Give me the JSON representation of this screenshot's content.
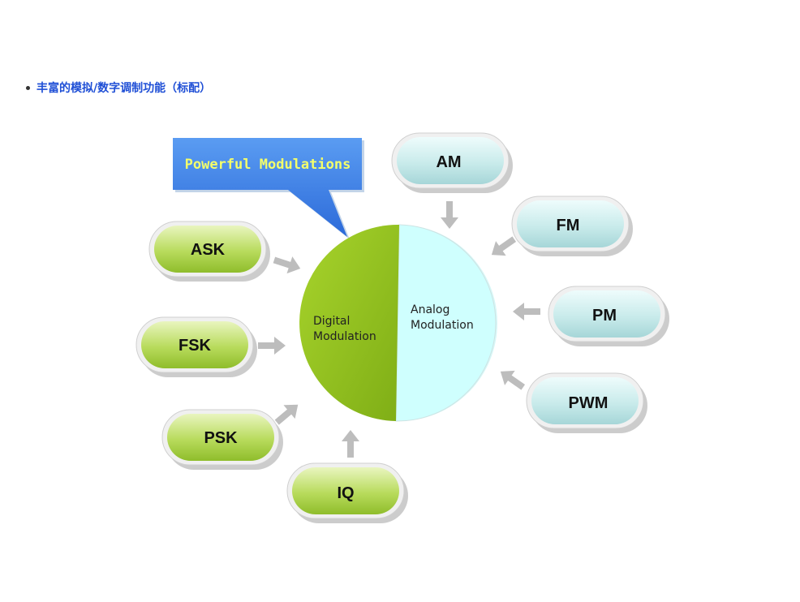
{
  "heading": {
    "text": "丰富的模拟/数字调制功能（标配）"
  },
  "diagram": {
    "callout": "Powerful Modulations",
    "circle_left": [
      "Digital",
      "Modulation"
    ],
    "circle_right": [
      "Analog",
      "Modulation"
    ],
    "digital_nodes": [
      "ASK",
      "FSK",
      "PSK",
      "IQ"
    ],
    "analog_nodes": [
      "AM",
      "FM",
      "PM",
      "PWM"
    ]
  },
  "colors": {
    "heading": "#1f4fd6",
    "digital": "#9bc52a",
    "analog": "#cfffff",
    "callout_bg": "#3c7fe6",
    "callout_text": "#f4ff6a",
    "arrow": "#b8b8b8"
  }
}
